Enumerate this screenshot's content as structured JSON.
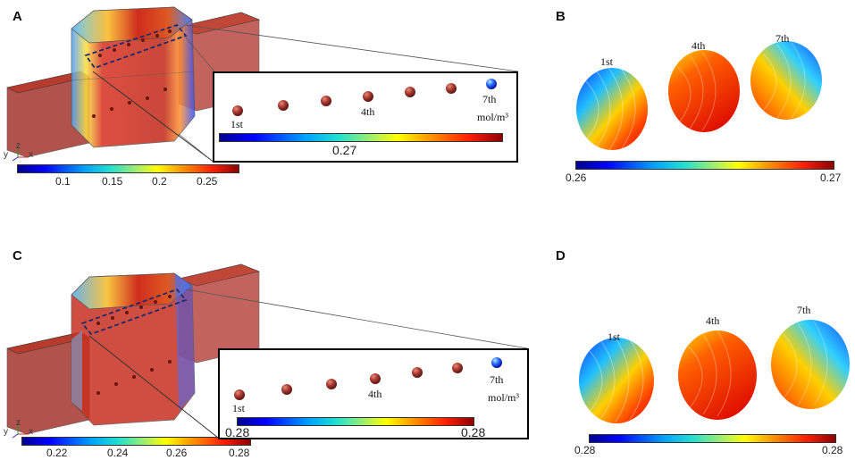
{
  "panels": {
    "A": {
      "letter": "A",
      "colorbar_ticks": [
        "0.1",
        "0.15",
        "0.2",
        "0.25"
      ],
      "inset": {
        "labels": [
          "1st",
          "4th",
          "7th"
        ],
        "unit": "mol/m³",
        "colorbar_value": "0.27"
      }
    },
    "B": {
      "letter": "B",
      "sphere_labels": [
        "1st",
        "4th",
        "7th"
      ],
      "colorbar_min": "0.26",
      "colorbar_max": "0.27"
    },
    "C": {
      "letter": "C",
      "colorbar_ticks": [
        "0.22",
        "0.24",
        "0.26",
        "0.28"
      ],
      "inset": {
        "labels": [
          "1st",
          "4th",
          "7th"
        ],
        "unit": "mol/m³",
        "colorbar_min": "0.28",
        "colorbar_max": "0.28"
      }
    },
    "D": {
      "letter": "D",
      "sphere_labels": [
        "1st",
        "4th",
        "7th"
      ],
      "colorbar_min": "0.28",
      "colorbar_max": "0.28"
    }
  },
  "axes_triad": {
    "y": "y",
    "z": "z",
    "x": "x"
  },
  "colors": {
    "bead": "#a83a32",
    "box_edge": "#111111",
    "channel": "#b03028"
  }
}
